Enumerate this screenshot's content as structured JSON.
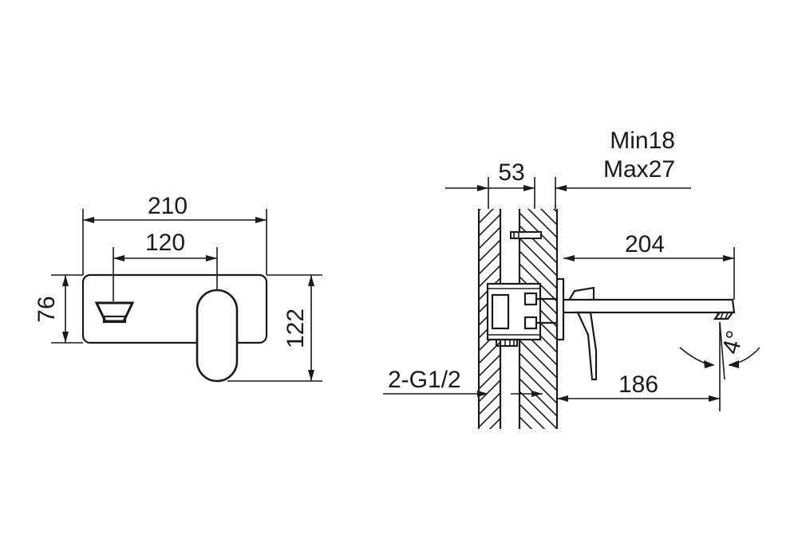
{
  "drawing": {
    "front_view": {
      "overall_width": "210",
      "inlet_spacing": "120",
      "plate_height": "76",
      "overall_height": "122"
    },
    "side_view": {
      "wall_depth": "53",
      "thickness_min": "Min18",
      "thickness_max": "Max27",
      "spout_reach": "204",
      "body_reach": "186",
      "connection": "2-G1/2",
      "spout_angle": "4°"
    }
  }
}
